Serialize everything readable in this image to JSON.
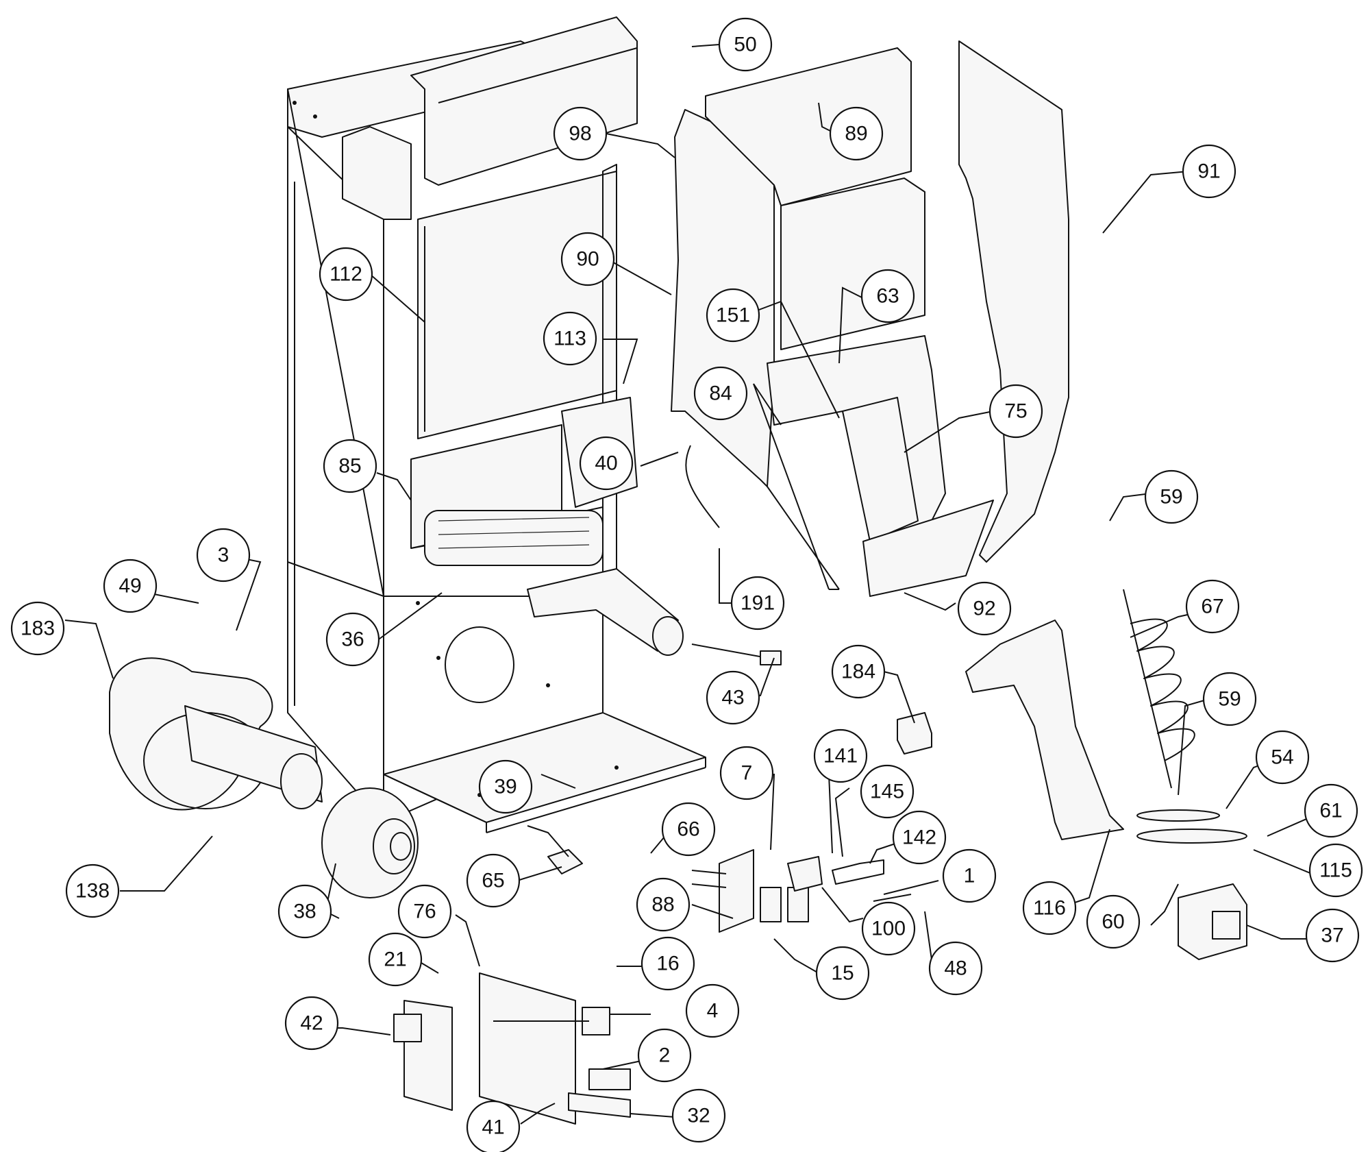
{
  "callouts": [
    {
      "id": "c50",
      "label": "50"
    },
    {
      "id": "c98",
      "label": "98"
    },
    {
      "id": "c89",
      "label": "89"
    },
    {
      "id": "c91",
      "label": "91"
    },
    {
      "id": "c112",
      "label": "112"
    },
    {
      "id": "c90",
      "label": "90"
    },
    {
      "id": "c151",
      "label": "151"
    },
    {
      "id": "c63",
      "label": "63"
    },
    {
      "id": "c113",
      "label": "113"
    },
    {
      "id": "c84",
      "label": "84"
    },
    {
      "id": "c75",
      "label": "75"
    },
    {
      "id": "c40",
      "label": "40"
    },
    {
      "id": "c85",
      "label": "85"
    },
    {
      "id": "c59a",
      "label": "59"
    },
    {
      "id": "c3",
      "label": "3"
    },
    {
      "id": "c49",
      "label": "49"
    },
    {
      "id": "c191",
      "label": "191"
    },
    {
      "id": "c92",
      "label": "92"
    },
    {
      "id": "c67",
      "label": "67"
    },
    {
      "id": "c183",
      "label": "183"
    },
    {
      "id": "c36",
      "label": "36"
    },
    {
      "id": "c43",
      "label": "43"
    },
    {
      "id": "c184",
      "label": "184"
    },
    {
      "id": "c59b",
      "label": "59"
    },
    {
      "id": "c141",
      "label": "141"
    },
    {
      "id": "c7",
      "label": "7"
    },
    {
      "id": "c54",
      "label": "54"
    },
    {
      "id": "c145",
      "label": "145"
    },
    {
      "id": "c39",
      "label": "39"
    },
    {
      "id": "c61",
      "label": "61"
    },
    {
      "id": "c66",
      "label": "66"
    },
    {
      "id": "c142",
      "label": "142"
    },
    {
      "id": "c115",
      "label": "115"
    },
    {
      "id": "c138",
      "label": "138"
    },
    {
      "id": "c65",
      "label": "65"
    },
    {
      "id": "c1",
      "label": "1"
    },
    {
      "id": "c88",
      "label": "88"
    },
    {
      "id": "c116",
      "label": "116"
    },
    {
      "id": "c60",
      "label": "60"
    },
    {
      "id": "c38",
      "label": "38"
    },
    {
      "id": "c76",
      "label": "76"
    },
    {
      "id": "c100",
      "label": "100"
    },
    {
      "id": "c37",
      "label": "37"
    },
    {
      "id": "c16",
      "label": "16"
    },
    {
      "id": "c21",
      "label": "21"
    },
    {
      "id": "c15",
      "label": "15"
    },
    {
      "id": "c48",
      "label": "48"
    },
    {
      "id": "c4",
      "label": "4"
    },
    {
      "id": "c42",
      "label": "42"
    },
    {
      "id": "c2",
      "label": "2"
    },
    {
      "id": "c32",
      "label": "32"
    },
    {
      "id": "c41",
      "label": "41"
    }
  ]
}
